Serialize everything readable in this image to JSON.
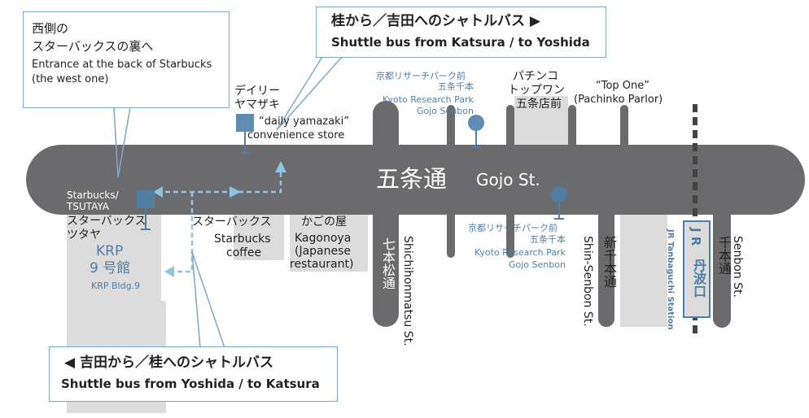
{
  "main_street": {
    "jp": "五条通",
    "en": "Gojo St."
  },
  "callouts": {
    "west_entrance": {
      "jp_line1": "西側の",
      "jp_line2": "スターバックスの裏へ",
      "en_line1": "Entrance at the  back of Starbucks",
      "en_line2": "(the west one)"
    },
    "shuttle_from_katsura": {
      "jp": "桂から／吉田へのシャトルバス ▶",
      "en": "Shuttle bus from Katsura / to Yoshida"
    },
    "shuttle_from_yoshida": {
      "jp": "◀ 吉田から／桂へのシャトルバス",
      "en": "Shuttle bus from Yoshida / to Katsura"
    }
  },
  "places": {
    "yamazaki": {
      "jp_line1": "デイリー",
      "jp_line2": "ヤマザキ",
      "en_line1": "“daily yamazaki”",
      "en_line2": "convenience store"
    },
    "starbucks_tsutaya": {
      "en_line1": "Starbucks/",
      "en_line2": "TSUTAYA",
      "jp_line1": "スターバックス",
      "jp_line2": "ツタヤ"
    },
    "krp9": {
      "line1": "KRP",
      "line2": "9 号館",
      "en": "KRP Bldg.9"
    },
    "starbucks_east": {
      "jp": "スターバックス",
      "en_line1": "Starbucks",
      "en_line2": "coffee"
    },
    "kagonoya": {
      "jp": "かごの屋",
      "en_line1": "Kagonoya",
      "en_line2": "(Japanese",
      "en_line3": "restaurant)"
    },
    "pachinko": {
      "jp_line1": "パチンコ",
      "jp_line2": "トップワン",
      "jp_line3": "五条店前",
      "en_line1": "“Top One”",
      "en_line2": "(Pachinko Parlor)"
    }
  },
  "bus_stops": {
    "north": {
      "line1": "京都リサーチパーク前",
      "line2": "五条千本",
      "line3": "Kyoto Research Park",
      "line4": "Gojo Senbon"
    },
    "south": {
      "line1": "京都リサーチパーク前",
      "line2": "五条千本",
      "line3": "Kyoto Research Park",
      "line4": "Gojo Senbon"
    }
  },
  "streets": {
    "shichihonmatsu": {
      "jp": "七本松通",
      "en": "Shichihonmatsu St."
    },
    "shin_senbon": {
      "jp": "新千本通",
      "en": "Shin-Senbon St."
    },
    "senbon": {
      "jp": "千本通",
      "en": "Senbon St."
    }
  },
  "station": {
    "jp_line1": "J R",
    "jp_line2": "丹波口",
    "en": "JR Tanbaguchi Station"
  },
  "colors": {
    "road": "#6b6b6d",
    "building": "#dcdcdc",
    "accent": "#4f7fa8",
    "callout_border": "#7ea8c8",
    "dash": "#8cc3e6"
  }
}
